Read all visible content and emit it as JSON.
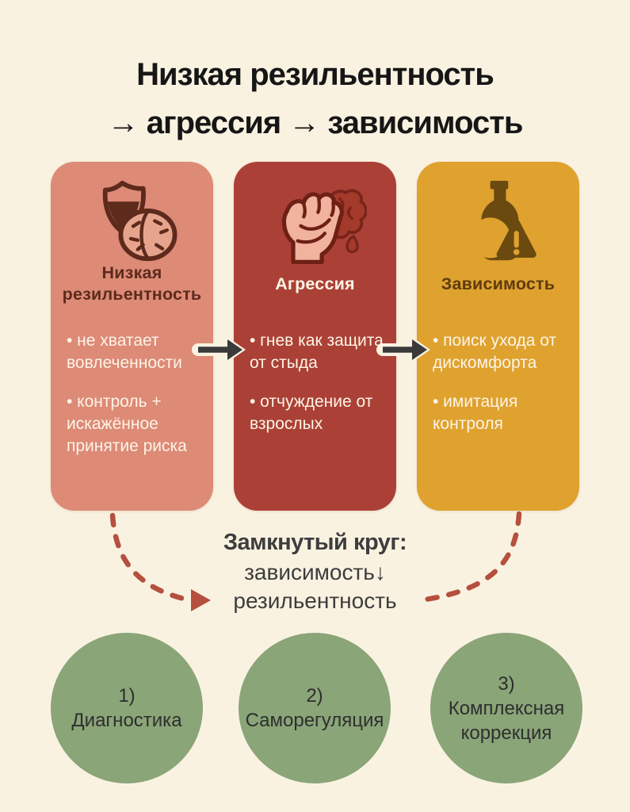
{
  "poster": {
    "title_line1": "Низкая резильентность",
    "title_line2": "→ агрессия → зависимость"
  },
  "cards": [
    {
      "title": "Низкая резильентность",
      "icon": "shield-brain",
      "bullets": [
        "• не хватает вовлеченности",
        "• контроль + искажённое принятие риска"
      ]
    },
    {
      "title": "Агрессия",
      "icon": "fist-brain",
      "bullets": [
        "• гнев как защита от стыда",
        "• отчуждение от взрослых"
      ]
    },
    {
      "title": "Зависимость",
      "icon": "bottle-warning",
      "bullets": [
        "• поиск ухода от дискомфорта",
        "• имитация контроля"
      ]
    }
  ],
  "cycle": {
    "heading": "Замкнутый круг:",
    "line2": "зависимость↓",
    "line3": "резильентность"
  },
  "steps": [
    {
      "number": "1)",
      "label": "Диагностика"
    },
    {
      "number": "2)",
      "label": "Саморегуляция"
    },
    {
      "number": "3)",
      "label": "Комплексная коррекция"
    }
  ],
  "colors": {
    "background": "#faf2e1",
    "card_low_resilience": "#dd8a76",
    "card_aggression": "#ab4136",
    "card_addiction": "#dfa22e",
    "step_circle_green": "#8aa578",
    "dashed_arrow_red": "#b5503e",
    "flow_arrow_dark": "#3a3a3a",
    "dark_brown_accent": "#5d2a1c",
    "card_text_cream": "#fdf4e7"
  }
}
